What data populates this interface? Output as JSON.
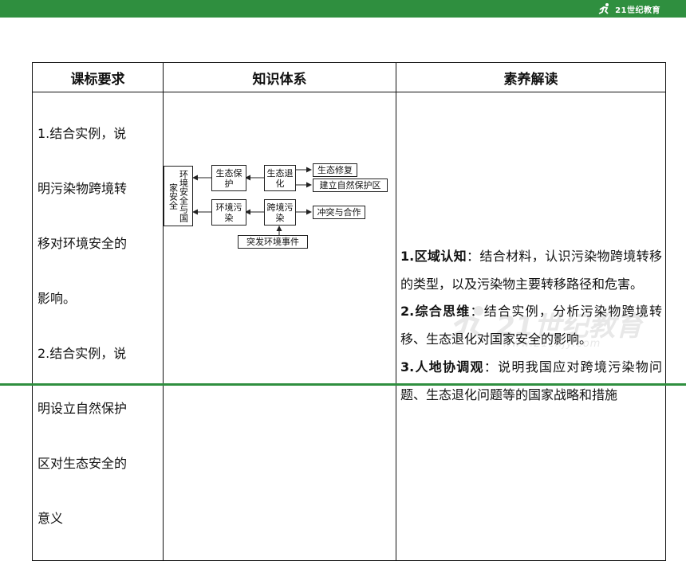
{
  "header": {
    "brand_text": "21世纪教育",
    "colors": {
      "bar": "#2f8f3f"
    }
  },
  "table": {
    "headers": [
      "课标要求",
      "知识体系",
      "素养解读"
    ],
    "left_lines": [
      "1.结合实例，说",
      "明污染物跨境转",
      "移对环境安全的",
      "影响。",
      "2.结合实例，说",
      "明设立自然保护",
      "区对生态安全的",
      "意义"
    ],
    "right_items": [
      {
        "title": "1.区域认知",
        "text": "：结合材料，认识污染物跨境转移的类型，以及污染物主要转移路径和危害。"
      },
      {
        "title": "2.综合思维",
        "text": "：结合实例，分析污染物跨境转移、生态退化对国家安全的影响。"
      },
      {
        "title": "3.人地协调观",
        "text": "：说明我国应对跨境污染物问题、生态退化问题等的国家战略和措施"
      }
    ]
  },
  "diagram": {
    "env_security": "环境安全与国家安全",
    "eco_protect": "生态保护",
    "eco_degrade": "生态退化",
    "eco_restore": "生态修复",
    "nature_reserve": "建立自然保护区",
    "env_pollution": "环境污染",
    "cross_pollution": "跨境污染",
    "conflict_coop": "冲突与合作",
    "emergency": "突发环境事件"
  },
  "watermark": {
    "text": "21世纪教育",
    "url": "www.21cnjy.com"
  }
}
